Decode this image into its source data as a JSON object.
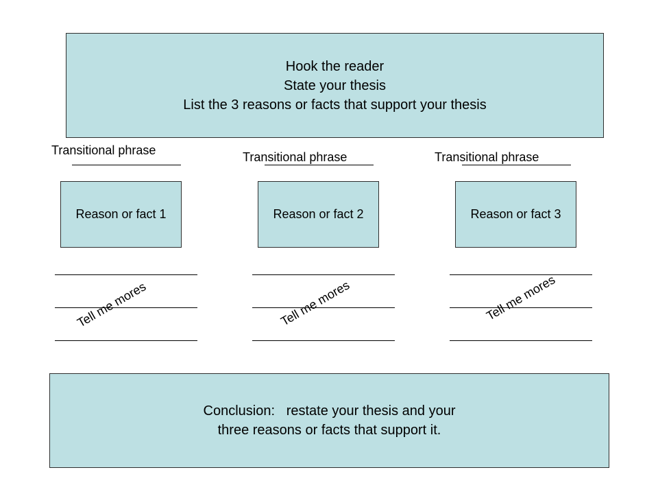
{
  "intro": {
    "line1": "Hook the reader",
    "line2": "State your thesis",
    "line3": "List the 3 reasons or facts that support your thesis"
  },
  "columns": [
    {
      "transition": "Transitional phrase",
      "reason": "Reason or fact 1",
      "elaboration": "Tell me mores"
    },
    {
      "transition": "Transitional phrase",
      "reason": "Reason or fact 2",
      "elaboration": "Tell me mores"
    },
    {
      "transition": "Transitional phrase",
      "reason": "Reason or fact 3",
      "elaboration": "Tell me mores"
    }
  ],
  "conclusion": {
    "line1": "Conclusion:   restate your thesis and your",
    "line2": "three reasons or facts that support it."
  },
  "colors": {
    "box_fill": "#bde0e3",
    "box_border": "#2e2e2e"
  }
}
